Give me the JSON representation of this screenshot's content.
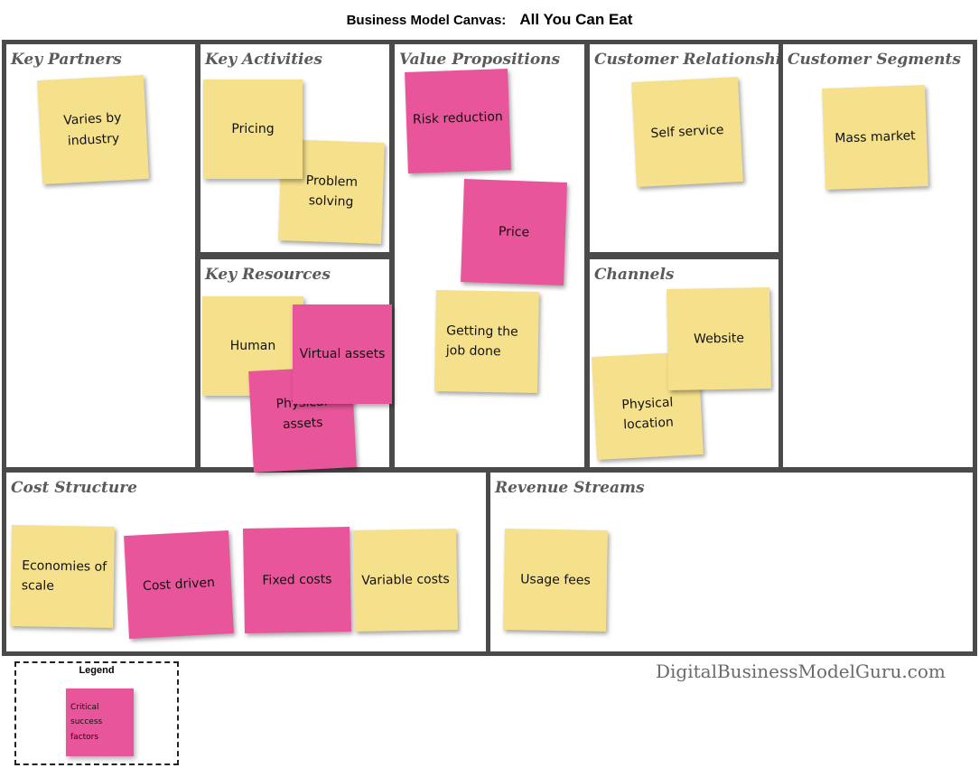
{
  "header": {
    "label": "Business Model Canvas:",
    "name": "All You Can Eat"
  },
  "blocks": {
    "key_partners": "Key Partners",
    "key_activities": "Key Activities",
    "key_resources": "Key Resources",
    "value_propositions": "Value Propositions",
    "customer_relationship": "Customer Relationship",
    "channels": "Channels",
    "customer_segments": "Customer Segments",
    "cost_structure": "Cost Structure",
    "revenue_streams": "Revenue Streams"
  },
  "notes": {
    "varies_by_industry": "Varies by industry",
    "pricing": "Pricing",
    "problem_solving": "Problem solving",
    "human": "Human",
    "virtual_assets": "Virtual assets",
    "physical_assets": "Physical assets",
    "risk_reduction": "Risk reduction",
    "price": "Price",
    "getting_the_job_done": "Getting the job done",
    "self_service": "Self service",
    "website": "Website",
    "physical_location": "Physical location",
    "mass_market": "Mass market",
    "economies_of_scale": "Economies of scale",
    "cost_driven": "Cost driven",
    "fixed_costs": "Fixed costs",
    "variable_costs": "Variable costs",
    "usage_fees": "Usage fees"
  },
  "legend": {
    "title": "Legend",
    "item": "Critical success factors"
  },
  "watermark": "DigitalBusinessModelGuru.com",
  "colors": {
    "standard_note": "#f5e08c",
    "critical_note": "#e9559b",
    "border": "#4a4a4a"
  }
}
